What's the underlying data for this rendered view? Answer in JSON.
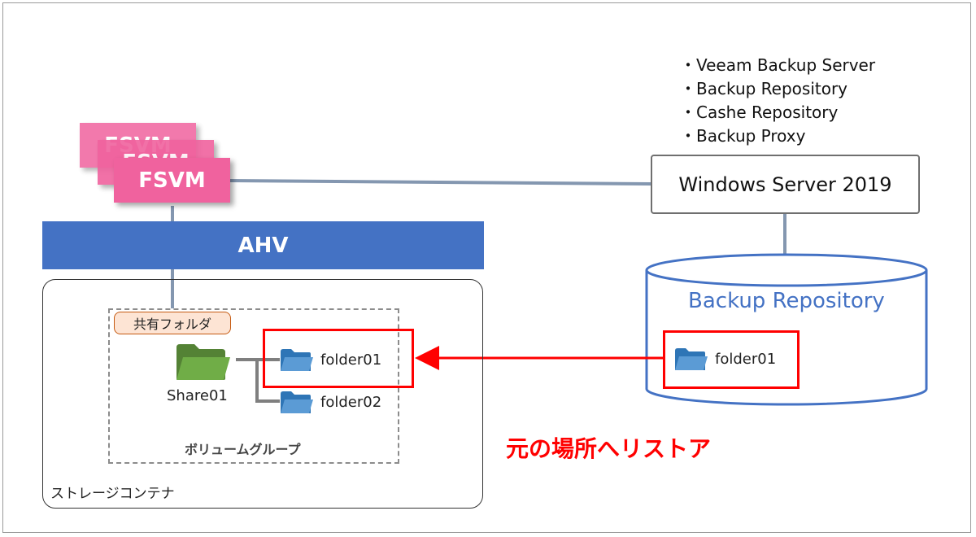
{
  "server": {
    "roles": [
      "Veeam Backup Server",
      "Backup Repository",
      "Cashe Repository",
      "Backup Proxy"
    ],
    "name": "Windows Server 2019"
  },
  "fsvm": {
    "label": "FSVM"
  },
  "hypervisor": {
    "label": "AHV"
  },
  "storage": {
    "container_label": "ストレージコンテナ",
    "volume_group_label": "ボリュームグループ",
    "shared_folder_tag": "共有フォルダ",
    "share_name": "Share01",
    "folders": [
      "folder01",
      "folder02"
    ]
  },
  "repository": {
    "label": "Backup Repository",
    "folder": "folder01"
  },
  "restore_label": "元の場所へリストア",
  "colors": {
    "fsvm": "#f0629e",
    "ahv": "#4472c4",
    "repository": "#4472c4",
    "share_folder": "#70ad47",
    "folder_icon": "#5b9bd5",
    "restore": "#ff0000",
    "connector": "#8497b0"
  }
}
